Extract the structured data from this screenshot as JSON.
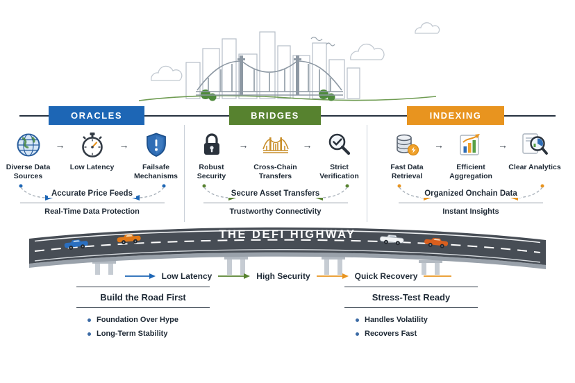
{
  "title": "The DeFi Highway infographic",
  "colors": {
    "oracles_accent": "#1d66b5",
    "bridges_accent": "#57822f",
    "indexing_accent": "#e8941f",
    "road": "#474d55",
    "text": "#1f2a36"
  },
  "icons": {
    "arrow_right": "→"
  },
  "columns": [
    {
      "header": "ORACLES",
      "items": [
        {
          "icon": "globe-icon",
          "label": "Diverse Data Sources"
        },
        {
          "icon": "stopwatch-icon",
          "label": "Low Latency"
        },
        {
          "icon": "shield-icon",
          "label": "Failsafe Mechanisms"
        }
      ],
      "funnel_label": "Accurate Price Feeds",
      "footer_label": "Real-Time Data Protection"
    },
    {
      "header": "BRIDGES",
      "items": [
        {
          "icon": "padlock-icon",
          "label": "Robust Security"
        },
        {
          "icon": "bridge-icon",
          "label": "Cross-Chain Transfers"
        },
        {
          "icon": "magnifier-check-icon",
          "label": "Strict Verification"
        }
      ],
      "funnel_label": "Secure Asset Transfers",
      "footer_label": "Trustworthy Connectivity"
    },
    {
      "header": "INDEXING",
      "items": [
        {
          "icon": "database-icon",
          "label": "Fast Data Retrieval"
        },
        {
          "icon": "bar-chart-icon",
          "label": "Efficient Aggregation"
        },
        {
          "icon": "analytics-magnifier-icon",
          "label": "Clear Analytics"
        }
      ],
      "funnel_label": "Organized Onchain Data",
      "footer_label": "Instant Insights"
    }
  ],
  "highway": {
    "title": "THE DEFI HIGHWAY"
  },
  "legend": [
    {
      "label": "Low Latency",
      "color": "#1d66b5"
    },
    {
      "label": "High Security",
      "color": "#57822f"
    },
    {
      "label": "Quick Recovery",
      "color": "#e8941f"
    }
  ],
  "sections": [
    {
      "title": "Build the Road First",
      "bullets": [
        "Foundation Over Hype",
        "Long-Term Stability"
      ]
    },
    {
      "title": "Stress-Test Ready",
      "bullets": [
        "Handles Volatility",
        "Recovers Fast"
      ]
    }
  ]
}
